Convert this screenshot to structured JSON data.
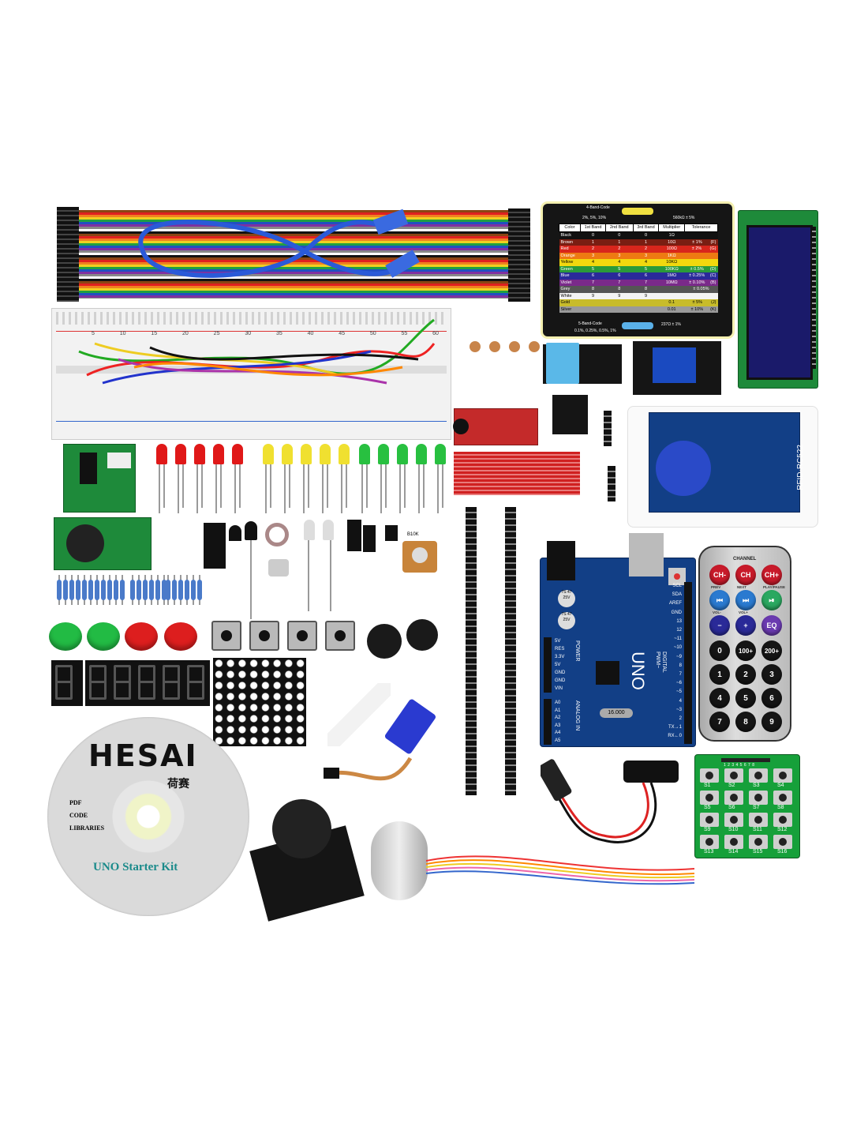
{
  "product": {
    "cd": {
      "brand": "HESAI",
      "brand_cn": "荷赛",
      "contents": [
        "PDF",
        "CODE",
        "LIBRARIES"
      ],
      "title": "UNO Starter Kit"
    },
    "resistor_chart": {
      "top_label": "4-Band-Code",
      "top_tolerance_note": "2%, 5%, 10%",
      "top_example": "560kΩ ± 5%",
      "bottom_label": "5-Band-Code",
      "bottom_tolerance_note": "0.1%, 0.25%, 0.5%, 1%",
      "bottom_example": "237Ω ± 1%",
      "headers": [
        "Color",
        "1st Band",
        "2nd Band",
        "3rd Band",
        "Multiplier",
        "Tolerance"
      ],
      "rows": [
        {
          "color": "Black",
          "b1": "0",
          "b2": "0",
          "b3": "0",
          "mult": "1Ω",
          "tol": "",
          "code": "",
          "hex": "#111111"
        },
        {
          "color": "Brown",
          "b1": "1",
          "b2": "1",
          "b3": "1",
          "mult": "10Ω",
          "tol": "± 1%",
          "code": "(F)",
          "hex": "#7a1e12"
        },
        {
          "color": "Red",
          "b1": "2",
          "b2": "2",
          "b3": "2",
          "mult": "100Ω",
          "tol": "± 2%",
          "code": "(G)",
          "hex": "#d8261c"
        },
        {
          "color": "Orange",
          "b1": "3",
          "b2": "3",
          "b3": "3",
          "mult": "1KΩ",
          "tol": "",
          "code": "",
          "hex": "#ee7a12"
        },
        {
          "color": "Yellow",
          "b1": "4",
          "b2": "4",
          "b3": "4",
          "mult": "10KΩ",
          "tol": "",
          "code": "",
          "hex": "#f2d80e"
        },
        {
          "color": "Green",
          "b1": "5",
          "b2": "5",
          "b3": "5",
          "mult": "100KΩ",
          "tol": "± 0.5%",
          "code": "(D)",
          "hex": "#2a9a3a"
        },
        {
          "color": "Blue",
          "b1": "6",
          "b2": "6",
          "b3": "6",
          "mult": "1MΩ",
          "tol": "± 0.25%",
          "code": "(C)",
          "hex": "#2a2a9a"
        },
        {
          "color": "Violet",
          "b1": "7",
          "b2": "7",
          "b3": "7",
          "mult": "10MΩ",
          "tol": "± 0.10%",
          "code": "(B)",
          "hex": "#7a2a8a"
        },
        {
          "color": "Grey",
          "b1": "8",
          "b2": "8",
          "b3": "8",
          "mult": "",
          "tol": "± 0.05%",
          "code": "",
          "hex": "#555555"
        },
        {
          "color": "White",
          "b1": "9",
          "b2": "9",
          "b3": "9",
          "mult": "",
          "tol": "",
          "code": "",
          "hex": "#f4f4f4"
        },
        {
          "color": "Gold",
          "b1": "",
          "b2": "",
          "b3": "",
          "mult": "0.1",
          "tol": "± 5%",
          "code": "(J)",
          "hex": "#c8bc2a"
        },
        {
          "color": "Silver",
          "b1": "",
          "b2": "",
          "b3": "",
          "mult": "0.01",
          "tol": "± 10%",
          "code": "(K)",
          "hex": "#9a9a9a"
        }
      ]
    },
    "remote": {
      "channel_label": "CHANNEL",
      "row1": [
        "CH-",
        "CH",
        "CH+"
      ],
      "row1_sub": [
        "PREV",
        "NEXT",
        "PLAY/PAUSE"
      ],
      "row2": [
        "⏮",
        "⏭",
        "⏯"
      ],
      "row2_sub": [
        "VOL-",
        "VOL+",
        ""
      ],
      "row3": [
        "−",
        "+",
        "EQ"
      ],
      "numbers": [
        "0",
        "100+",
        "200+",
        "1",
        "2",
        "3",
        "4",
        "5",
        "6",
        "7",
        "8",
        "9"
      ],
      "colors": {
        "red": "#c81a2a",
        "blue": "#2a7ad0",
        "green": "#2aa860",
        "navy": "#2a2a98",
        "purple": "#6a3ab0",
        "black": "#151515"
      }
    },
    "keypad": {
      "pins": "1 2 3 4 5 6 7 8",
      "keys": [
        "S1",
        "S2",
        "S3",
        "S4",
        "S5",
        "S6",
        "S7",
        "S8",
        "S9",
        "S10",
        "S11",
        "S12",
        "S13",
        "S14",
        "S15",
        "S16"
      ]
    },
    "arduino": {
      "model": "UNO",
      "crystal": "16.000",
      "power_label": "POWER",
      "analog_label": "ANALOG IN",
      "digital_label": "DIGITAL PWM~",
      "power_pins": [
        "5V",
        "RES",
        "3.3V",
        "5V",
        "GND",
        "GND",
        "VIN"
      ],
      "analog_pins": [
        "A0",
        "A1",
        "A2",
        "A3",
        "A4",
        "A5"
      ],
      "digital_pins": [
        "SCL",
        "SDA",
        "AREF",
        "GND",
        "13",
        "12",
        "~11",
        "~10",
        "~9",
        "8",
        "7",
        "~6",
        "~5",
        "4",
        "~3",
        "2",
        "TX→1",
        "RX←0"
      ],
      "capacitor_label": "7S 47 25V"
    },
    "rfid": {
      "label": "RFID-RC522"
    },
    "breadboard_numbers": [
      "5",
      "10",
      "15",
      "20",
      "25",
      "30",
      "35",
      "40",
      "45",
      "50",
      "55",
      "60"
    ],
    "potentiometer_label": "B10K"
  }
}
